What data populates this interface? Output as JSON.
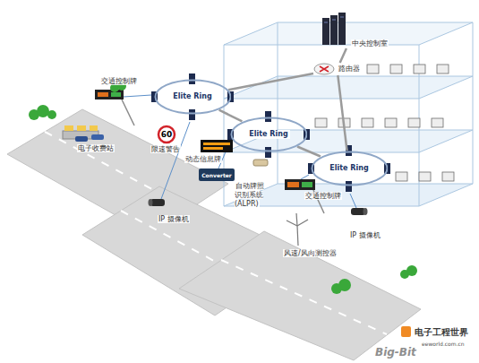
{
  "diagram": {
    "nodes": [
      {
        "text": [
          "中央控制室"
        ]
      },
      {
        "text": [
          "路由器"
        ]
      },
      {
        "text": [
          "Elite Ring"
        ]
      },
      {
        "text": [
          "Elite Ring"
        ]
      },
      {
        "text": [
          "Elite Ring"
        ]
      }
    ],
    "edges": [
      {
        "from": 1,
        "to": 0,
        "arrow": "none"
      },
      {
        "from": 1,
        "to": 2,
        "arrow": "none"
      },
      {
        "from": 1,
        "to": 4,
        "arrow": "none"
      },
      {
        "from": 2,
        "to": 3,
        "arrow": "none"
      },
      {
        "from": 3,
        "to": 4,
        "arrow": "none"
      }
    ],
    "labels": [
      "交通控制牌",
      "电子收费站",
      "60",
      "限速警告",
      "动态信息牌",
      "Converter",
      "自动牌照识别系统 (ALPR)",
      "IP 摄像机",
      "交通控制牌",
      "IP 摄像机",
      "风速/风向测控器",
      "电子工程世界",
      "eeworld.com.cn",
      "Big-Bit"
    ]
  }
}
